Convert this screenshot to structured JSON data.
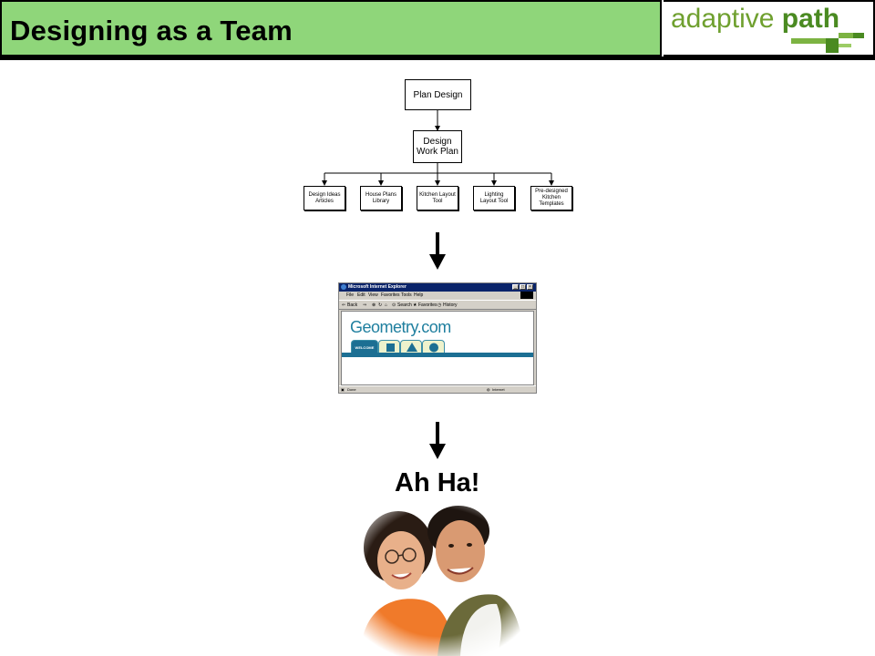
{
  "header": {
    "title": "Designing as a Team",
    "logo_light": "adaptive",
    "logo_bold": "path",
    "colors": {
      "title_bg": "#8fd67a",
      "logo_green": "#6fa02f",
      "logo_dark_green": "#4a8a21"
    }
  },
  "flowchart": {
    "root": "Plan Design",
    "middle": "Design Work Plan",
    "children": [
      "Design Ideas Articles",
      "House Plans Library",
      "Kitchen Layout Tool",
      "Lighting Layout Tool",
      "Pre-designed Kitchen Templates"
    ]
  },
  "browser": {
    "window_title": "Microsoft Internet Explorer",
    "menu": [
      "File",
      "Edit",
      "View",
      "Favorites",
      "Tools",
      "Help"
    ],
    "toolbar": {
      "back": "Back",
      "search": "Search",
      "favorites": "Favorites",
      "history": "History"
    },
    "site_title": "Geometry.com",
    "welcome_tab": "WELCOME",
    "status_left": "Done",
    "status_right": "Internet"
  },
  "exclamation": "Ah Ha!",
  "photo": {
    "icon": "couple-photo",
    "description_hidden": true
  }
}
